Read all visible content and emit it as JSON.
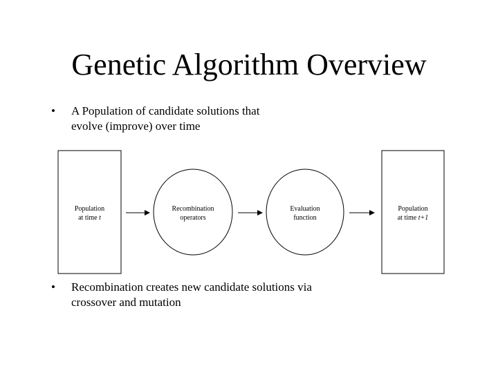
{
  "slide": {
    "title": "Genetic Algorithm Overview",
    "bullet_symbol": "•",
    "bullets": [
      {
        "lines": [
          "A Population of candidate solutions that",
          "evolve (improve) over time"
        ]
      },
      {
        "lines": [
          "Recombination creates new candidate solutions via",
          "crossover and mutation"
        ]
      }
    ]
  },
  "diagram": {
    "population_t": {
      "line1": "Population",
      "line2_prefix": "at time ",
      "line2_var": "t"
    },
    "recombination": {
      "line1": "Recombination",
      "line2": "operators"
    },
    "evaluation": {
      "line1": "Evaluation",
      "line2": "function"
    },
    "population_t1": {
      "line1": "Population",
      "line2_prefix": "at time ",
      "line2_var": "t+1"
    }
  }
}
